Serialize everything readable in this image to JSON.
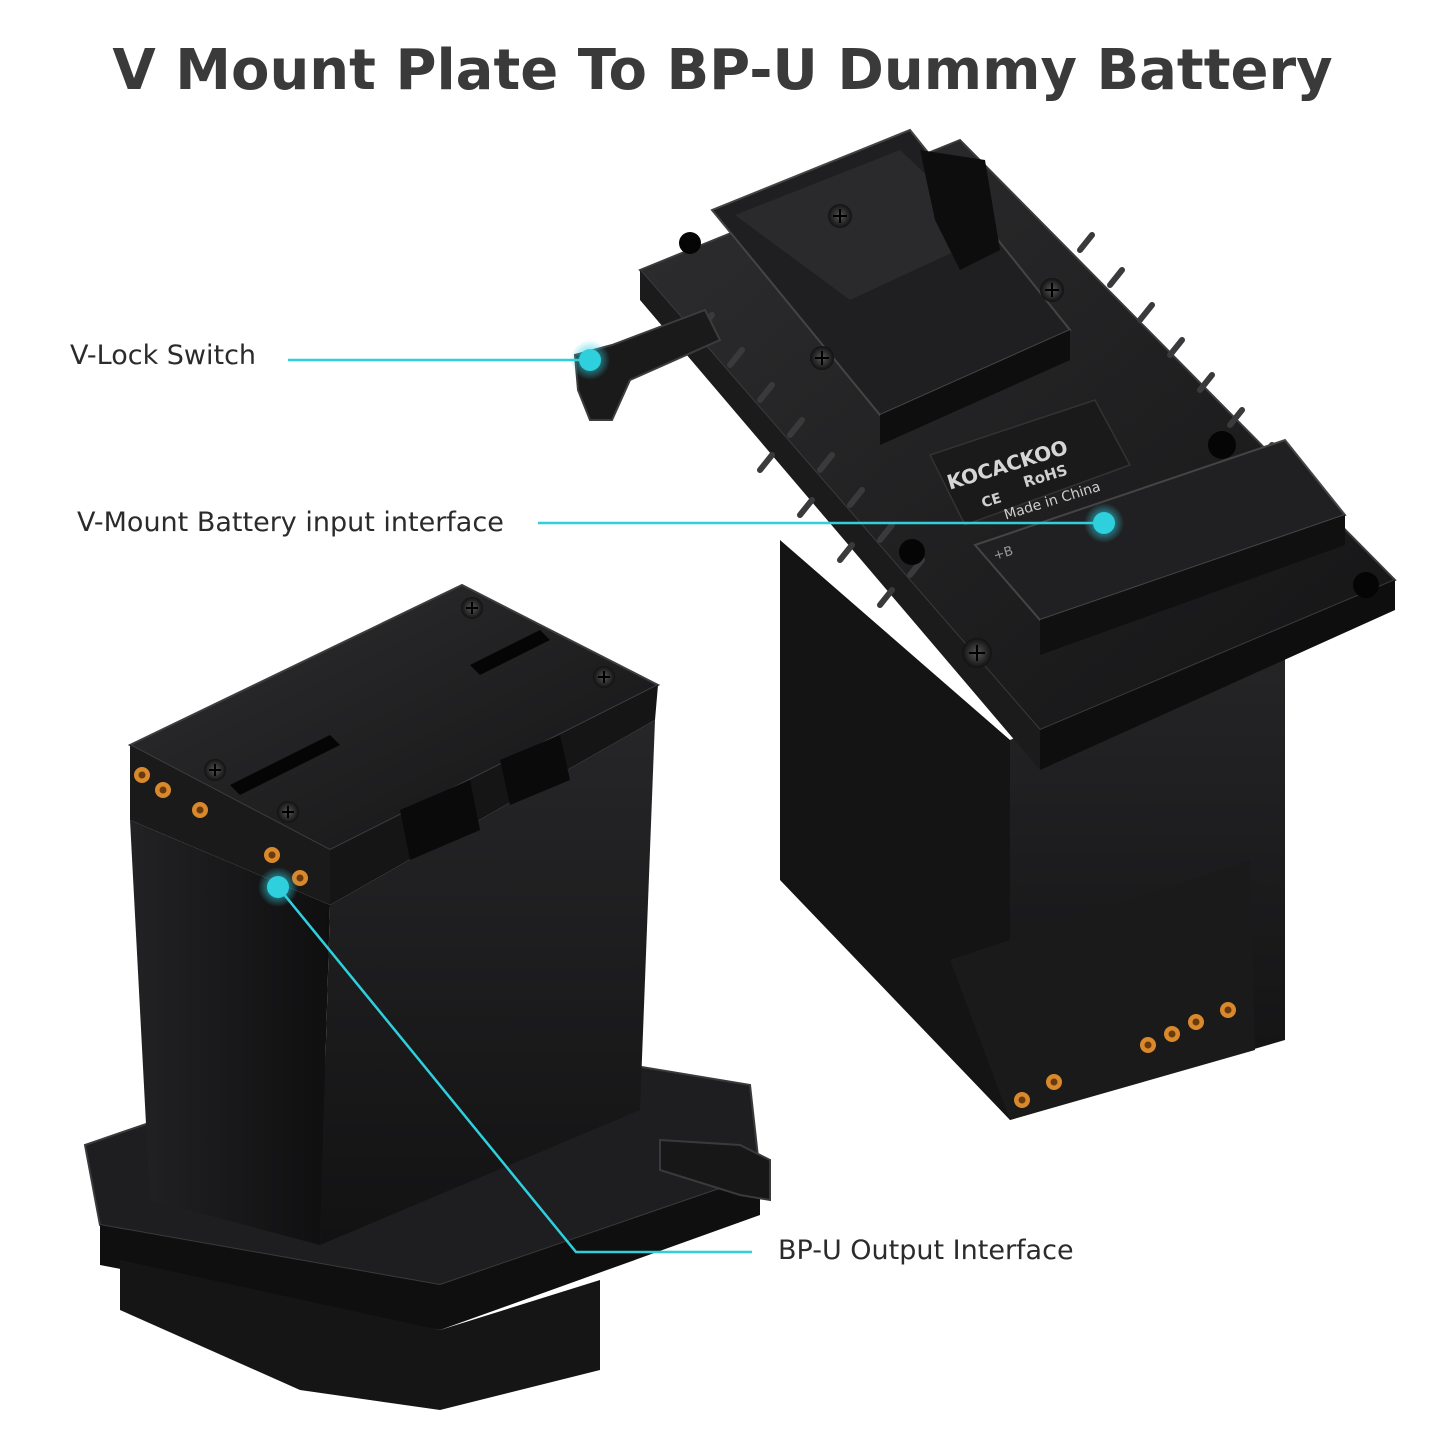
{
  "title": "V Mount Plate To BP-U Dummy Battery",
  "callouts": {
    "v_lock": "V-Lock Switch",
    "v_mount_input": "V-Mount Battery input interface",
    "bpu_output": "BP-U Output Interface"
  },
  "product_markings": {
    "brand": "KOCACKOO",
    "rohs": "RoHS",
    "ce": "CE",
    "origin": "Made in China",
    "polarity": "+B"
  },
  "colors": {
    "accent": "#2fd0de",
    "body": "#1c1c1e",
    "contact": "#d9882b"
  }
}
